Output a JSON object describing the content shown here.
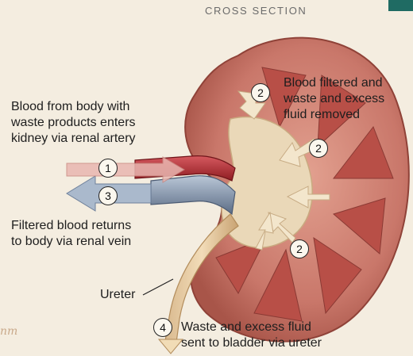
{
  "header": "CROSS SECTION",
  "labels": {
    "artery": [
      "Blood from body with",
      "waste products enters",
      "kidney via renal artery"
    ],
    "filtered": [
      "Blood filtered and",
      "waste and excess",
      "fluid removed"
    ],
    "vein": [
      "Filtered blood returns",
      "to body via renal vein"
    ],
    "ureter": "Ureter",
    "waste": [
      "Waste and excess fluid",
      "sent to bladder via ureter"
    ]
  },
  "steps": {
    "one": "1",
    "two": "2",
    "three": "3",
    "four": "4"
  },
  "signature": "nm",
  "colors": {
    "background": "#f4ede0",
    "artery": "#b3242c",
    "vein": "#7d8fa8",
    "kidney_cortex": "#c9776a",
    "medulla": "#e8d4b4",
    "tag": "#1f6b63"
  }
}
